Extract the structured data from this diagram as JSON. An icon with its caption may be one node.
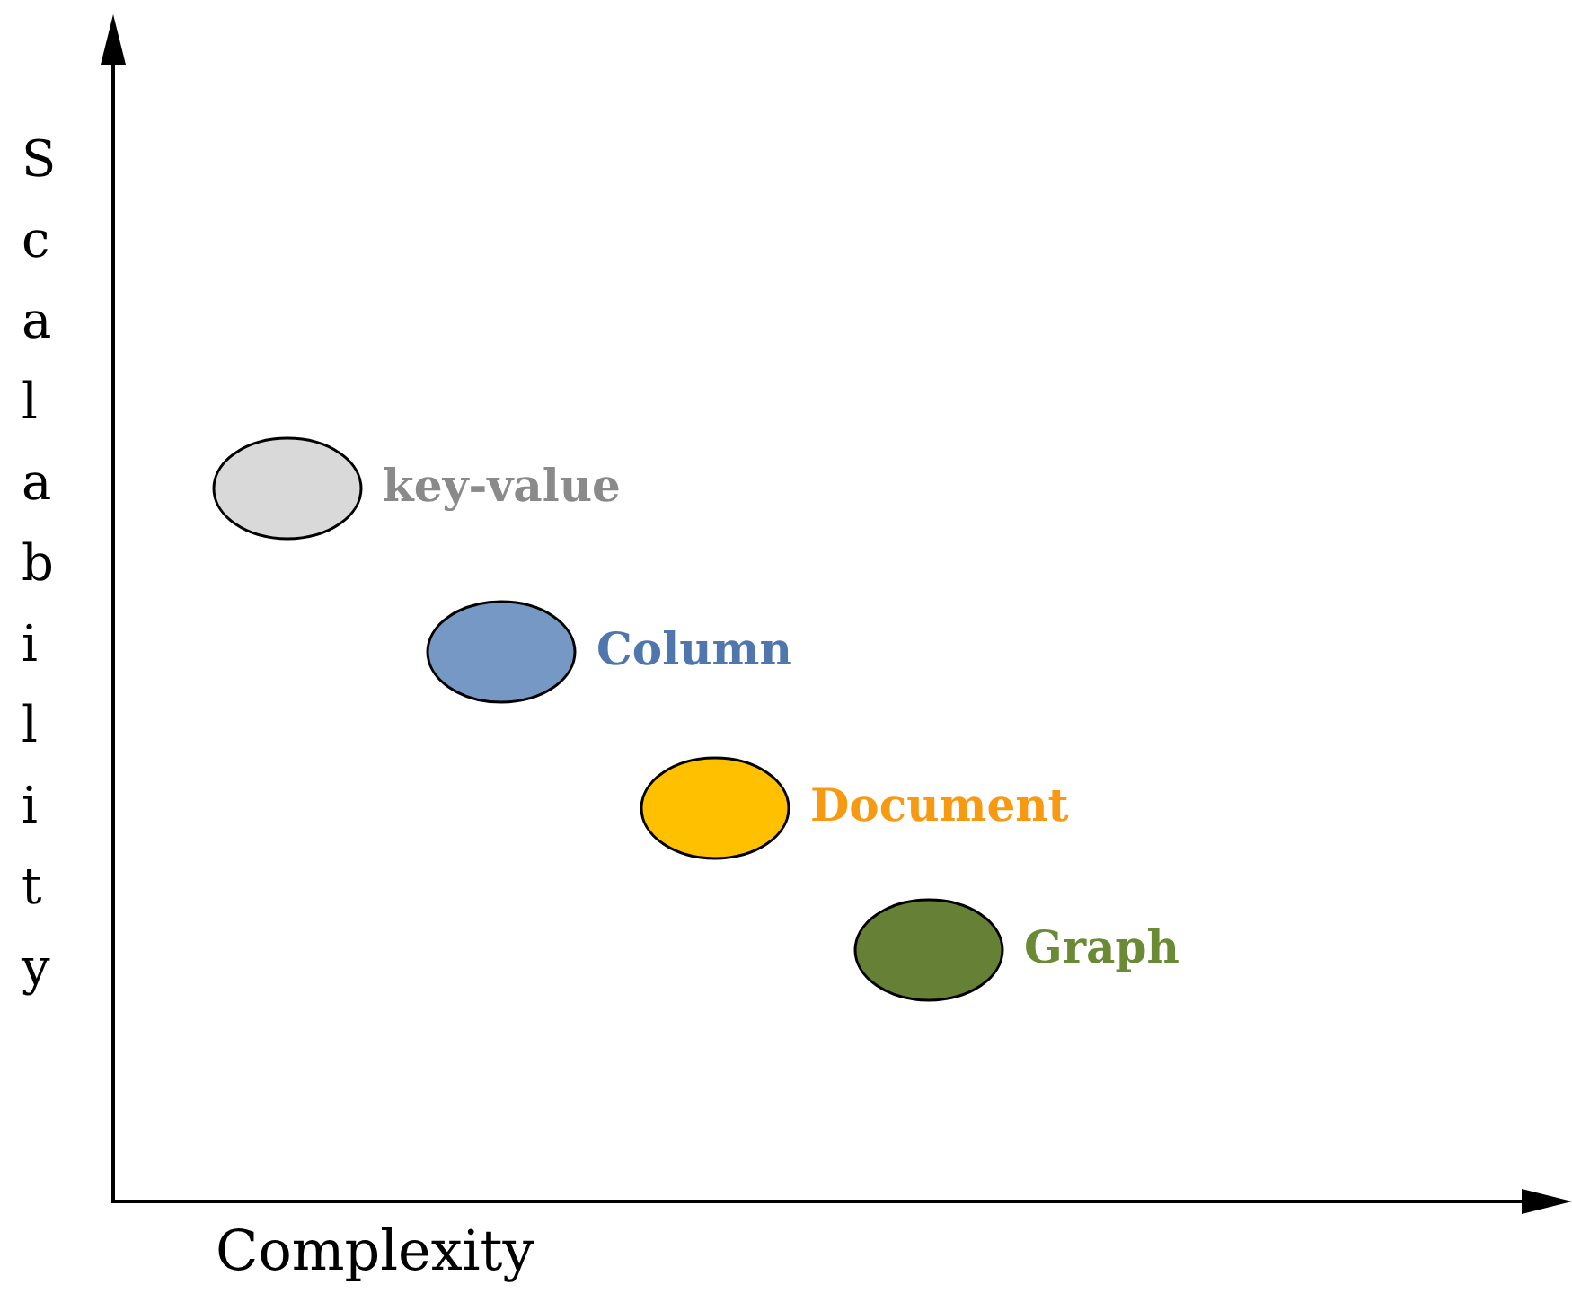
{
  "diagram": {
    "nodes": [
      {
        "text": [],
        "shape": "ellipse",
        "beside": [
          "key-value"
        ]
      },
      {
        "text": [],
        "shape": "ellipse",
        "beside": [
          "Column"
        ]
      },
      {
        "text": [],
        "shape": "ellipse",
        "beside": [
          "Document"
        ]
      },
      {
        "text": [],
        "shape": "ellipse",
        "beside": [
          "Graph"
        ]
      }
    ],
    "labels": [
      "Scalability",
      "Complexity"
    ]
  }
}
